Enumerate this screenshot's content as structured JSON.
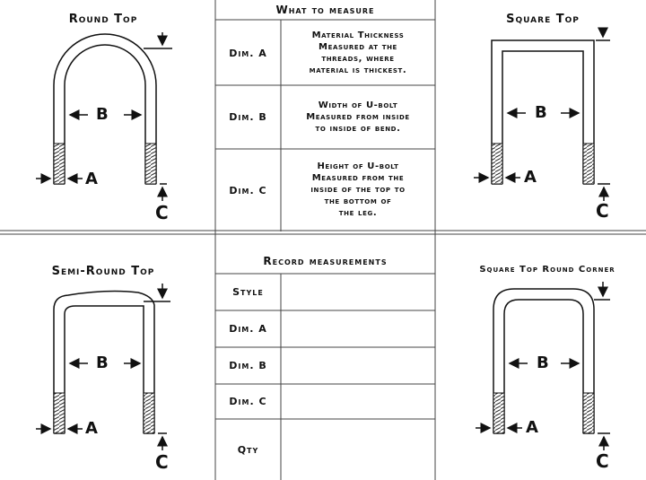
{
  "diagrams": {
    "round_top": {
      "title": "Round Top"
    },
    "square_top": {
      "title": "Square Top"
    },
    "semi_round_top": {
      "title": "Semi-Round Top"
    },
    "square_top_round_corner": {
      "title": "Square Top Round Corner"
    },
    "dim_letters": {
      "a": "A",
      "b": "B",
      "c": "C"
    }
  },
  "measure_table": {
    "header": "What to measure",
    "rows": [
      {
        "dim": "Dim. A",
        "desc": [
          "Material Thickness",
          "Measured at the",
          "threads, where",
          "material is thickest."
        ]
      },
      {
        "dim": "Dim. B",
        "desc": [
          "Width of U-bolt",
          "Measured from inside",
          "to inside of bend."
        ]
      },
      {
        "dim": "Dim. C",
        "desc": [
          "Height of U-bolt",
          "Measured from the",
          "inside of the top to",
          "the bottom of",
          "the leg."
        ]
      }
    ]
  },
  "record_table": {
    "header": "Record measurements",
    "rows": [
      {
        "label": "Style",
        "value": ""
      },
      {
        "label": "Dim. A",
        "value": ""
      },
      {
        "label": "Dim. B",
        "value": ""
      },
      {
        "label": "Dim. C",
        "value": ""
      },
      {
        "label": "Qty",
        "value": ""
      }
    ]
  }
}
